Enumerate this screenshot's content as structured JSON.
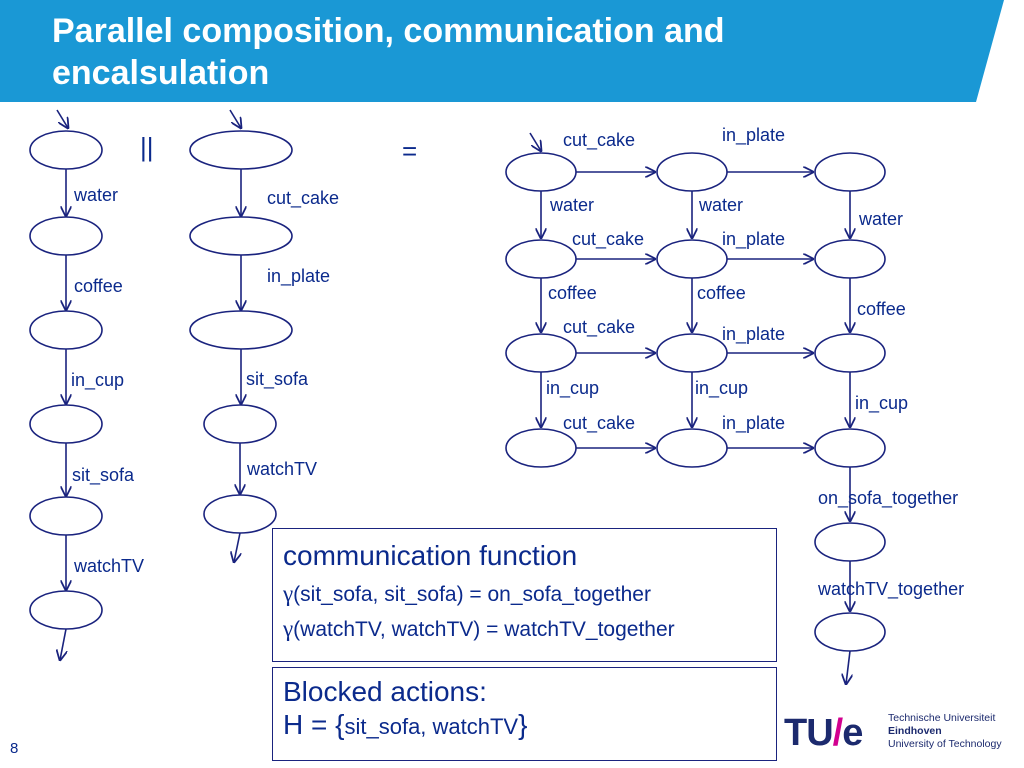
{
  "slide": {
    "title": "Parallel composition, communication  and encalsulation",
    "page_number": "8",
    "colors": {
      "title_bar": "#1a98d5",
      "diagram": "#1a237e",
      "text": "#0b2a8c"
    }
  },
  "process_left": {
    "labels": [
      "water",
      "coffee",
      "in_cup",
      "sit_sofa",
      "watchTV"
    ]
  },
  "parallel_symbol": "||",
  "process_right": {
    "labels": [
      "cut_cake",
      "in_plate",
      "sit_sofa",
      "watchTV"
    ]
  },
  "equals_symbol": "=",
  "composition": {
    "top_labels": [
      "cut_cake",
      "in_plate"
    ],
    "row_water": [
      "water",
      "water",
      "water"
    ],
    "row_cut_cake_in_plate_1": [
      "cut_cake",
      "in_plate"
    ],
    "row_coffee": [
      "coffee",
      "coffee",
      "coffee"
    ],
    "row_cut_cake_in_plate_2": [
      "cut_cake",
      "in_plate"
    ],
    "row_in_cup": [
      "in_cup",
      "in_cup",
      "in_cup"
    ],
    "row_cut_cake_in_plate_3": [
      "cut_cake",
      "in_plate"
    ],
    "tail_labels": [
      "on_sofa_together",
      "watchTV_together"
    ]
  },
  "communication": {
    "heading": "communication function",
    "gamma_symbol": "γ",
    "rule1": "(sit_sofa, sit_sofa) = on_sofa_together",
    "rule2": "(watchTV, watchTV) = watchTV_together"
  },
  "blocked": {
    "heading": "Blocked actions:",
    "set_prefix": "H = {",
    "set_items": "sit_sofa, watchTV",
    "set_suffix": "}"
  },
  "logo": {
    "mark_left": "TU",
    "mark_slash": "/",
    "mark_right": "e",
    "line1": "Technische Universiteit",
    "line2": "Eindhoven",
    "line3": "University of Technology"
  }
}
